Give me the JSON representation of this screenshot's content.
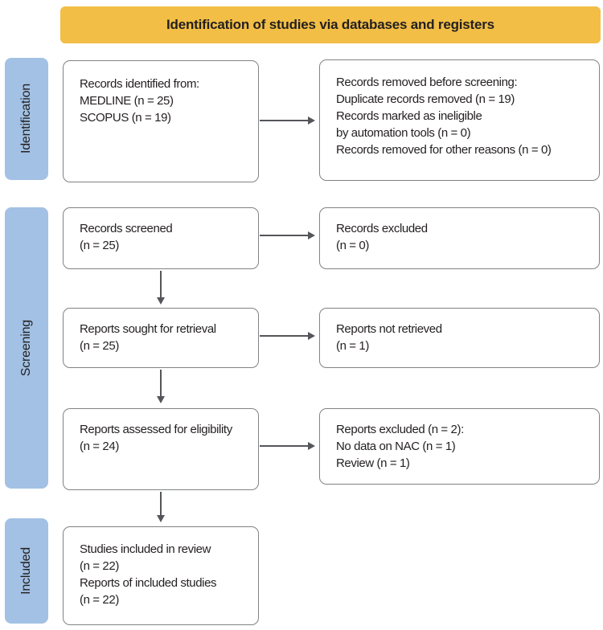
{
  "banner": {
    "title": "Identification of studies via databases and registers"
  },
  "stages": {
    "identification": "Identification",
    "screening": "Screening",
    "included": "Included"
  },
  "boxes": {
    "records_identified": "Records identified from:\nMEDLINE (n = 25)\nSCOPUS (n = 19)",
    "records_removed": "Records removed before screening:\nDuplicate records removed (n = 19)\nRecords marked as ineligible\nby automation tools (n = 0)\nRecords removed for other reasons (n = 0)",
    "records_screened": "Records screened\n(n = 25)",
    "records_excluded": "Records excluded\n(n = 0)",
    "reports_sought": "Reports sought for retrieval\n(n = 25)",
    "reports_not_retrieved": "Reports not retrieved\n(n = 1)",
    "reports_assessed": "Reports assessed for eligibility\n(n = 24)",
    "reports_excluded": "Reports excluded (n = 2):\nNo data on NAC (n = 1)\nReview (n = 1)",
    "studies_included": "Studies included in review\n(n = 22)\nReports of included studies\n(n = 22)"
  },
  "colors": {
    "banner_bg": "#F2BE45",
    "stage_bg": "#A2C1E4",
    "box_border": "#808285",
    "text": "#231F20",
    "arrow": "#54565A"
  }
}
